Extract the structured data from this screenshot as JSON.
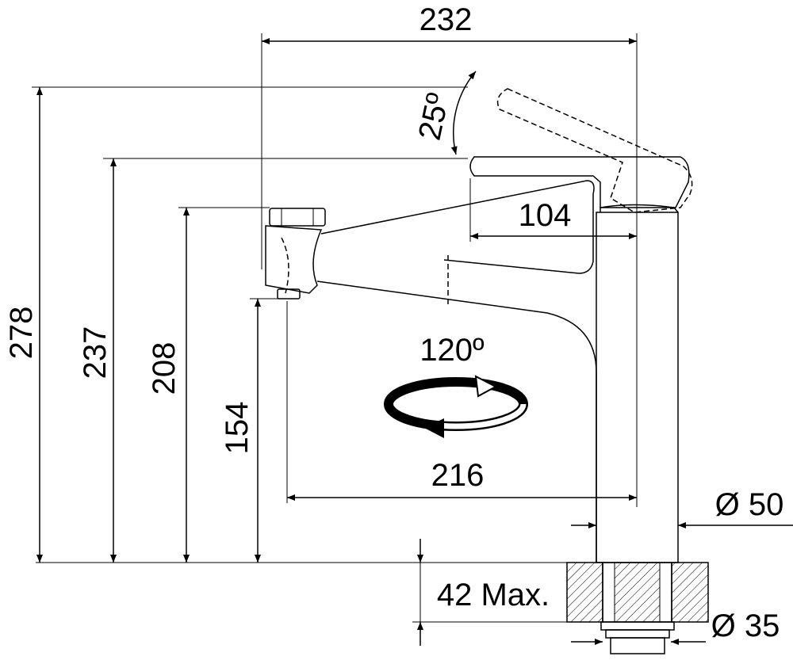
{
  "dimensions": {
    "overall_width": "232",
    "total_height": "278",
    "lever_height": "237",
    "spout_top_height": "208",
    "spout_outlet_height": "154",
    "lever_angle": "25º",
    "lever_length": "104",
    "spout_rotation": "120º",
    "spout_reach": "216",
    "body_diameter": "Ø 50",
    "max_counter_thickness": "42 Max.",
    "hole_diameter": "Ø 35"
  }
}
